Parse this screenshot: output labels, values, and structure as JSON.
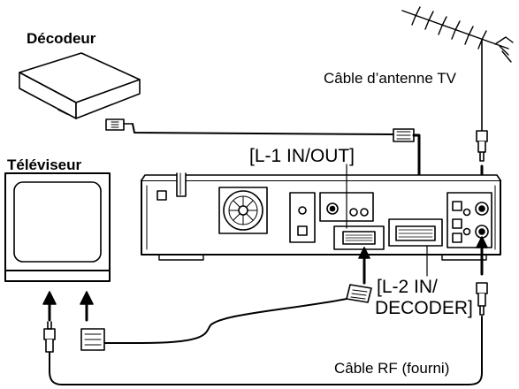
{
  "labels": {
    "decoder": "Décodeur",
    "tv": "Téléviseur",
    "antenna_cable": "Câble d’antenne TV",
    "l1": "[L-1 IN/OUT]",
    "l2_line1": "[L-2 IN/",
    "l2_line2": "DECODER]",
    "rf_cable": "Câble RF (fourni)"
  },
  "colors": {
    "line": "#000000",
    "fill": "#ffffff",
    "shade": "#d9d9d9",
    "dark": "#555555"
  }
}
